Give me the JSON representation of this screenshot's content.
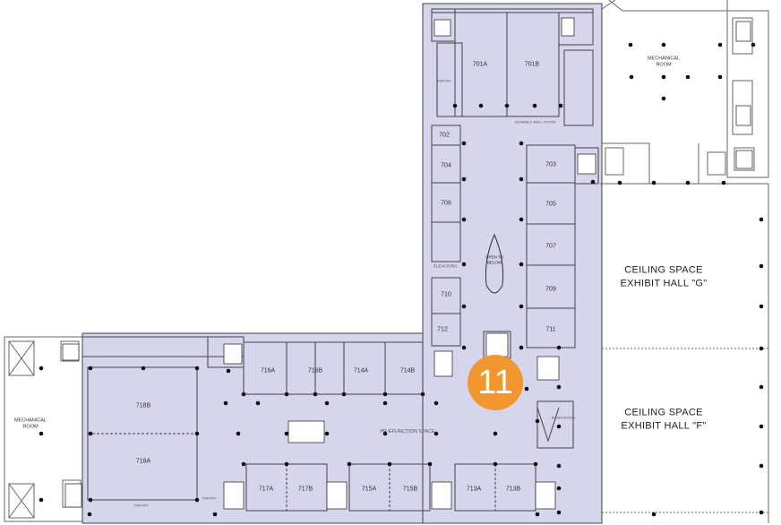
{
  "rooms": {
    "r701A": "701A",
    "r701B": "701B",
    "r702": "702",
    "r703": "703",
    "r704": "704",
    "r705": "705",
    "r706": "706",
    "r707": "707",
    "r709": "709",
    "r710": "710",
    "r711": "711",
    "r712": "712",
    "r713A": "713A",
    "r713B": "713B",
    "r714A": "714A",
    "r714B": "714B",
    "r715A": "715A",
    "r715B": "715B",
    "r716A": "716A",
    "r716B": "716B",
    "r717A": "717A",
    "r717B": "717B",
    "r718A": "718A",
    "r718B": "718B"
  },
  "areas": {
    "prefunction": "PR-EFUNCTION SPACE",
    "elevators": "ELEVATORS",
    "open_to_below_1": "OPEN TO",
    "open_to_below_2": "BELOW",
    "mech_right_1": "MECHANICAL",
    "mech_right_2": "ROOM",
    "mech_left_1": "MECHANICAL",
    "mech_left_2": "ROOM",
    "hall_g_1": "CEILING SPACE",
    "hall_g_2": "EXHIBIT HALL \"G\"",
    "hall_f_1": "CEILING SPACE",
    "hall_f_2": "EXHIBIT HALL \"F\""
  },
  "small_labels": {
    "pantry_top": "PANTRY",
    "pantry_left": "PANTRY",
    "pantry_mid": "PANTRY",
    "movable_wall": "MOVABLE WALL STORE",
    "boardroom": "BOARDROOM"
  },
  "marker": {
    "label": "11",
    "color": "#f2962f"
  },
  "colors": {
    "highlight": "#d5d5ec",
    "walls": "#444444",
    "columns": "#111111"
  }
}
